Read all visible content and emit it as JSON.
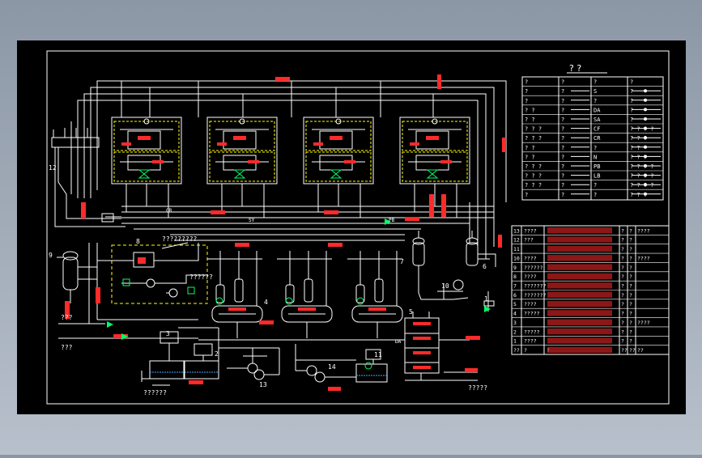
{
  "title_block": {
    "heading": "?        ?",
    "legend_rows": [
      [
        "?",
        "?",
        "?",
        "?"
      ],
      [
        "?",
        "?",
        "S",
        "?"
      ],
      [
        "?",
        "?",
        "?",
        "?"
      ],
      [
        "? ?",
        "?",
        "DA",
        "?"
      ],
      [
        "? ?",
        "?",
        "SA",
        "?"
      ],
      [
        "? ? ?",
        "?",
        "CF",
        "? ? ? ?"
      ],
      [
        "? ? ?",
        "?",
        "CR",
        "? ? ?"
      ],
      [
        "? ?",
        "?",
        "?",
        "? ?"
      ],
      [
        "? ?",
        "?",
        "N",
        "? ? ?"
      ],
      [
        "? ? ?",
        "?",
        "PB",
        "? ? ? ?"
      ],
      [
        "? ? ?",
        "?",
        "LB",
        "? ? ? ?"
      ],
      [
        "? ? ?",
        "?",
        "?",
        "? ? ? ?"
      ],
      [
        "?",
        "?",
        "?",
        "? ? ?"
      ]
    ]
  },
  "equipment_table": {
    "rows": [
      [
        "13",
        "????",
        "",
        "?",
        "?",
        "????"
      ],
      [
        "12",
        "???",
        "",
        "?",
        "?",
        ""
      ],
      [
        "11",
        "",
        "",
        "?",
        "?",
        ""
      ],
      [
        "10",
        "????",
        "",
        "?",
        "?",
        "????"
      ],
      [
        "9",
        "??????",
        "",
        "?",
        "?",
        ""
      ],
      [
        "8",
        "????",
        "",
        "?",
        "?",
        ""
      ],
      [
        "7",
        "???????",
        "",
        "?",
        "?",
        ""
      ],
      [
        "6",
        "???????",
        "",
        "?",
        "?",
        ""
      ],
      [
        "5",
        "????",
        "",
        "?",
        "?",
        ""
      ],
      [
        "4",
        "?????",
        "",
        "?",
        "?",
        ""
      ],
      [
        "3",
        "",
        "",
        "?",
        "?",
        "????"
      ],
      [
        "2",
        "?????",
        "",
        "?",
        "?",
        ""
      ],
      [
        "1",
        "????",
        "",
        "?",
        "?",
        ""
      ],
      [
        "??",
        "?",
        "?",
        "??",
        "??",
        "??"
      ]
    ]
  },
  "labels": {
    "top_hint": "?????????",
    "mid_hint": "??????",
    "tank_label": "??????",
    "bottom_hint": "?????",
    "left_hint": "???",
    "left_hint_2": "???",
    "pipe_sy": "SY",
    "pipe_pb": "PB",
    "pipe_cr": "CR",
    "pipe_da": "DA",
    "num_1": "1",
    "num_2": "2",
    "num_3": "3",
    "num_4": "4",
    "num_5": "5",
    "num_6": "6",
    "num_7": "7",
    "num_8": "8",
    "num_9": "9",
    "num_10": "10",
    "num_11": "11",
    "num_12": "12",
    "num_13": "13",
    "num_14": "14"
  },
  "colors": {
    "background": "#000000",
    "line": "#ffffff",
    "annotation": "#ff2a2a",
    "equipment": "#ffff00",
    "valve": "#00ff66"
  }
}
